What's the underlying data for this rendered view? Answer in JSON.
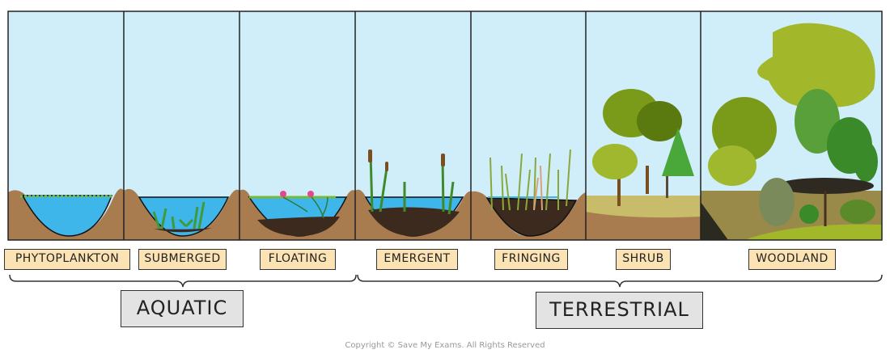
{
  "stages": [
    {
      "label": "PHYTOPLANKTON"
    },
    {
      "label": "SUBMERGED"
    },
    {
      "label": "FLOATING"
    },
    {
      "label": "EMERGENT"
    },
    {
      "label": "FRINGING"
    },
    {
      "label": "SHRUB"
    },
    {
      "label": "WOODLAND"
    }
  ],
  "groups": {
    "aquatic": "AQUATIC",
    "terrestrial": "TERRESTRIAL"
  },
  "copyright": "Copyright © Save My Exams. All Rights Reserved",
  "colors": {
    "sky": "#cfeefa",
    "water": "#3fb6ea",
    "soil": "#a97c50",
    "mud": "#3d2a1e",
    "label_bg": "#fce3b4",
    "group_bg": "#e3e3e3"
  }
}
